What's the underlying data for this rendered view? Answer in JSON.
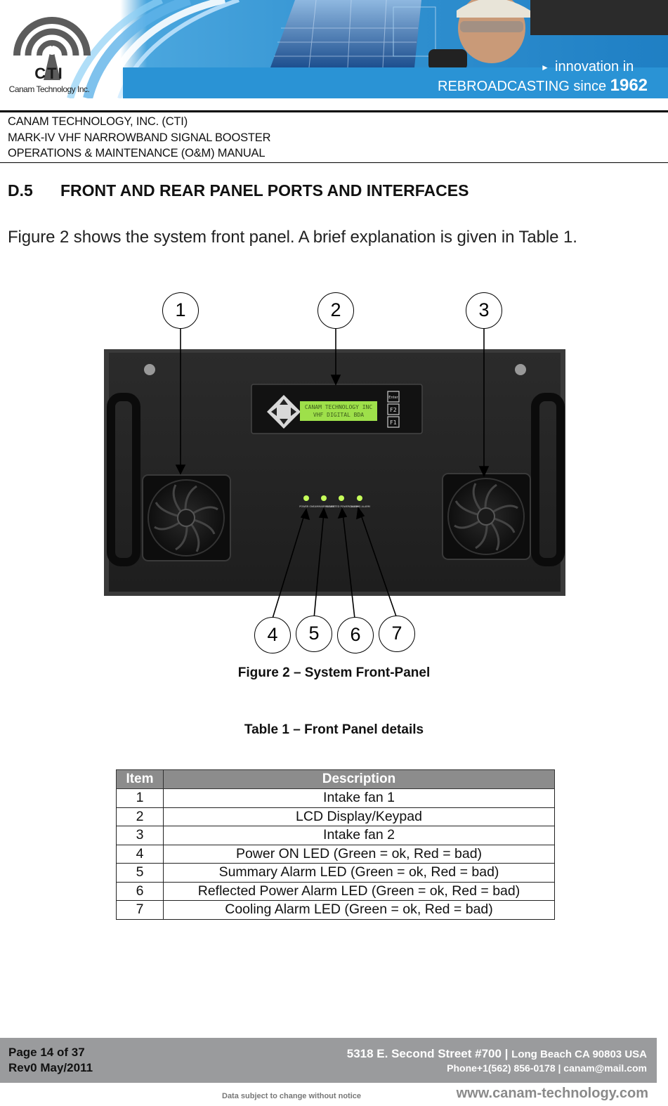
{
  "banner": {
    "logo_text": "CTI",
    "company_logo_name": "Canam Technology Inc.",
    "tagline_line1": "innovation in",
    "tagline_line2_prefix": "REBROADCASTING",
    "tagline_line2_mid": "since",
    "tagline_line2_year": "1962"
  },
  "doc_header": {
    "line1": "CANAM TECHNOLOGY, INC. (CTI)",
    "line2": "MARK-IV VHF NARROWBAND SIGNAL BOOSTER",
    "line3": "OPERATIONS & MAINTENANCE (O&M) MANUAL"
  },
  "section": {
    "number": "D.5",
    "title": "FRONT AND REAR PANEL PORTS AND INTERFACES"
  },
  "intro_text": "Figure 2 shows the system front panel.  A brief explanation is given in Table 1.",
  "figure": {
    "callouts": [
      "1",
      "2",
      "3",
      "4",
      "5",
      "6",
      "7"
    ],
    "lcd_line1": "CANAM TECHNOLOGY INC",
    "lcd_line2": "VHF DIGITAL BDA",
    "keys": [
      "Enter",
      "F2",
      "F1"
    ],
    "led_labels": [
      "POWER ON",
      "SUMMARY ALARM",
      "REFLECTED POWER ALARM",
      "COOLING ALARM"
    ],
    "caption": "Figure 2 – System Front-Panel"
  },
  "table": {
    "title": "Table 1 – Front Panel details",
    "headers": [
      "Item",
      "Description"
    ],
    "rows": [
      [
        "1",
        "Intake fan 1"
      ],
      [
        "2",
        "LCD Display/Keypad"
      ],
      [
        "3",
        "Intake fan 2"
      ],
      [
        "4",
        "Power ON LED (Green = ok, Red = bad)"
      ],
      [
        "5",
        "Summary Alarm LED (Green = ok, Red = bad)"
      ],
      [
        "6",
        "Reflected Power Alarm LED (Green = ok, Red = bad)"
      ],
      [
        "7",
        "Cooling Alarm LED (Green = ok, Red = bad)"
      ]
    ]
  },
  "footer": {
    "page": "Page 14 of 37",
    "revision": "Rev0 May/2011",
    "address_street": "5318 E. Second Street  #700 |",
    "address_city": "Long Beach CA 90803 USA",
    "contact": "Phone+1(562) 856-0178 | canam@mail.com",
    "note": "Data subject to change without notice",
    "website": "www.canam-technology.com"
  },
  "colors": {
    "banner_blue": "#2a8fd0",
    "table_header_gray": "#8c8c8c",
    "footer_gray": "#9a9b9d",
    "lcd_green": "#9ee04a",
    "led_green": "#c6ff5a"
  }
}
